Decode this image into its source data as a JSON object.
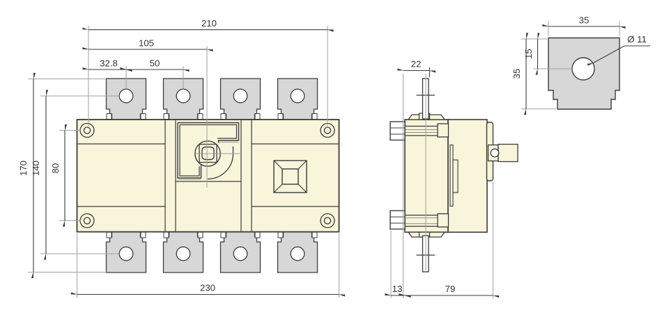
{
  "colors": {
    "bg": "#FFFFFF",
    "body": "#F8F5DB",
    "terminal": "#D7D7D7",
    "line": "#3B3B3B",
    "dim-line": "#3B3B3B",
    "ext": "#A0A0A0",
    "text": "#333333"
  },
  "dims": {
    "front": {
      "mount_span": "210",
      "handle_offset": "105",
      "first_pole_offset": "32.8",
      "pole_pitch": "50",
      "overall_height": "170",
      "hole_span_vertical": "140",
      "mount_span_vertical": "80",
      "overall_width": "230"
    },
    "side": {
      "shaft_offset": "22",
      "terminal_screw_proj": "13",
      "body_depth": "79"
    },
    "terminal": {
      "width": "35",
      "height": "35",
      "hole_offset": "15",
      "hole_diameter": "Ø 11"
    }
  }
}
